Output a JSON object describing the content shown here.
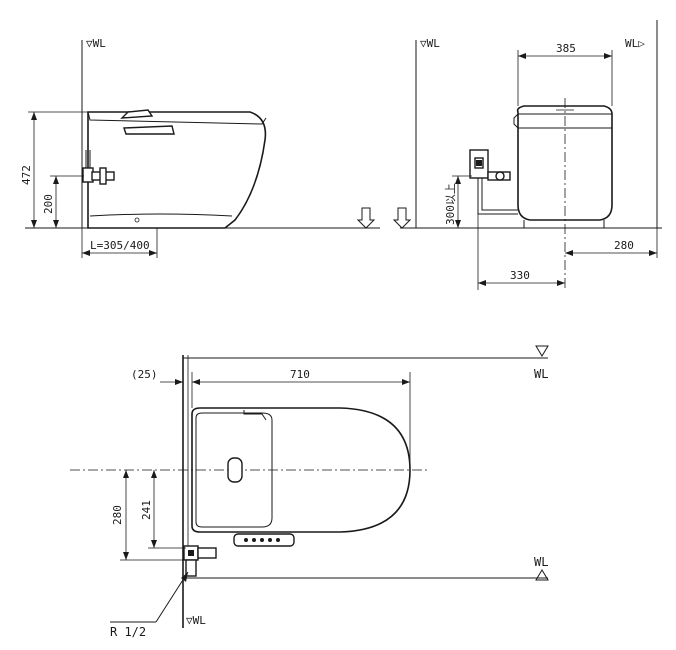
{
  "side_view": {
    "wall_label": "▽WL",
    "height_total": "472",
    "height_supply": "200",
    "length_label": "L=305/400"
  },
  "front_view": {
    "wall_left_label": "▽WL",
    "wall_right_label": "WL▷",
    "width_label": "385",
    "height_supply_label": "300以上",
    "offset_right_label": "280",
    "offset_bottom_label": "330"
  },
  "top_view": {
    "gap_label": "(25)",
    "length_label": "710",
    "wall_top_label": "WL",
    "wall_bottom_label": "WL",
    "dim_280": "280",
    "dim_241": "241",
    "pipe_label": "R 1/2",
    "wall_lower_label": "▽WL"
  }
}
